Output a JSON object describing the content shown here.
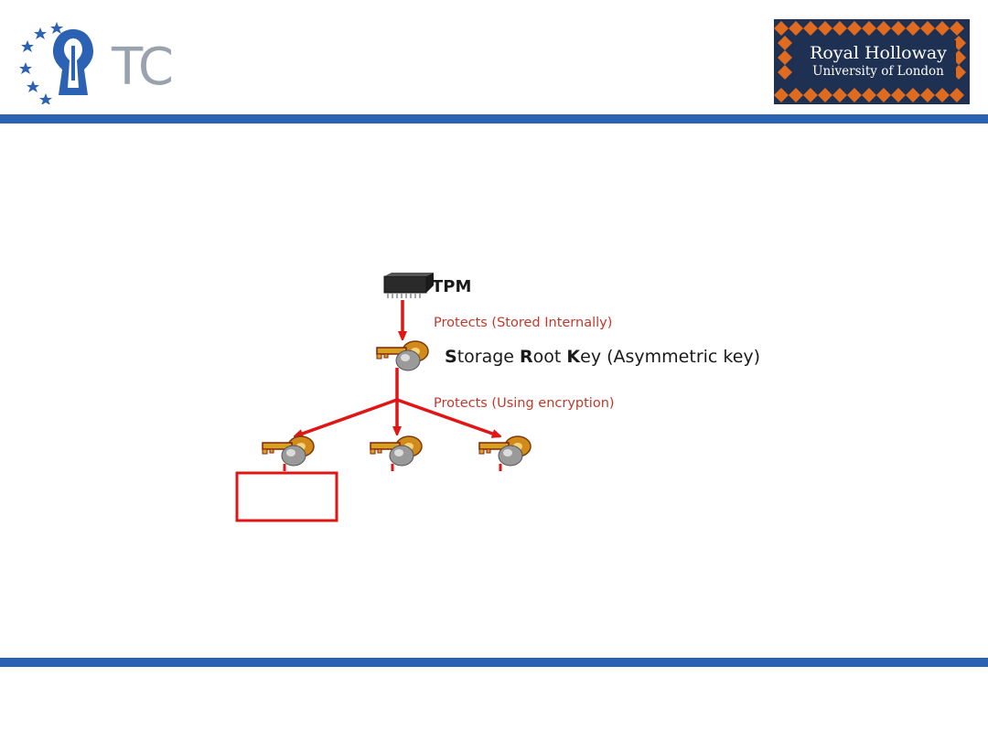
{
  "header": {
    "left_logo": {
      "text": "TC",
      "icon": "keyhole-stars-logo-icon"
    },
    "right_logo": {
      "line1": "Royal Holloway",
      "line2": "University of London"
    }
  },
  "diagram": {
    "tpm_label": "TPM",
    "protects_stored": "Protects (Stored Internally)",
    "srk_parts": [
      "S",
      "torage ",
      "R",
      "oot ",
      "K",
      "ey (Asymmetric key)"
    ],
    "protects_encryption": "Protects (Using encryption)",
    "child_keys": [
      "key-icon",
      "key-icon",
      "key-icon"
    ]
  },
  "colors": {
    "bar": "#2c62b3",
    "arrow": "#e01515",
    "label_red": "#c0392b",
    "rh_navy": "#1f3152",
    "rh_orange": "#e06a1d"
  }
}
